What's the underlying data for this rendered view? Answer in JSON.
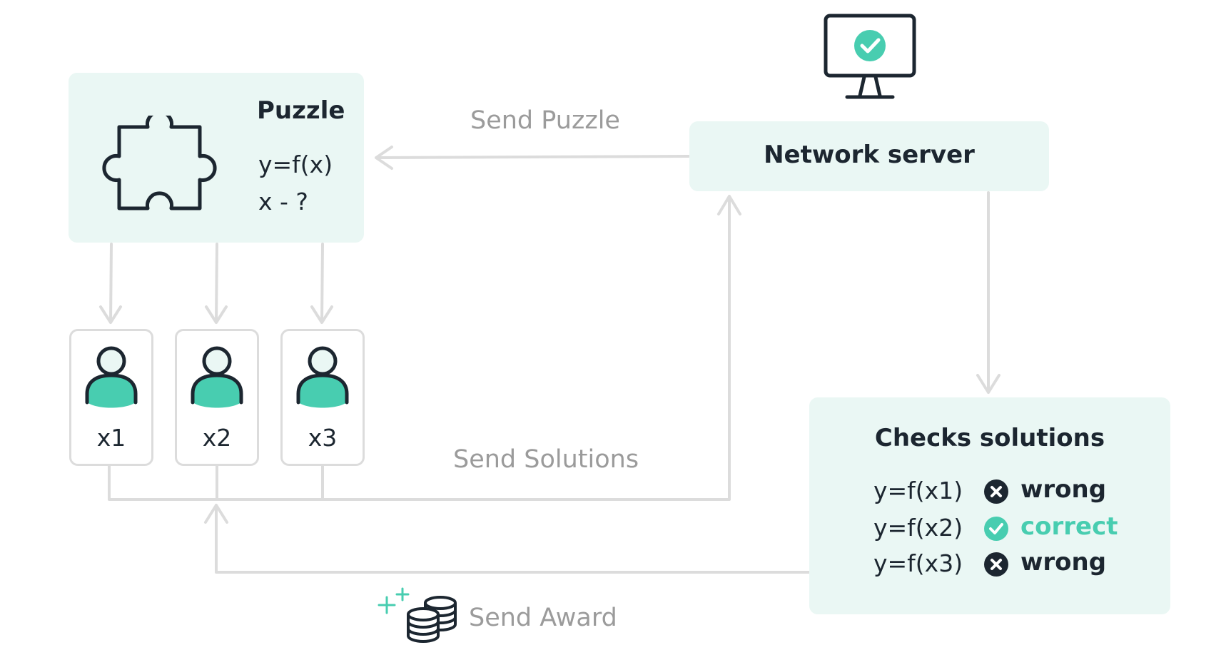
{
  "colors": {
    "accent": "#48cdb0",
    "dark": "#1c2630",
    "box_fill": "#eaf7f4",
    "arrow": "#dcdcdc",
    "label_gray": "#9b9b9b"
  },
  "puzzle": {
    "title": "Puzzle",
    "equation": "y=f(x)",
    "question": "x - ?",
    "icon": "puzzle-piece-icon"
  },
  "server": {
    "label": "Network server",
    "icon": "monitor-check-icon"
  },
  "participants": [
    {
      "label": "x1",
      "icon": "user-icon"
    },
    {
      "label": "x2",
      "icon": "user-icon"
    },
    {
      "label": "x3",
      "icon": "user-icon"
    }
  ],
  "checks": {
    "title": "Checks solutions",
    "rows": [
      {
        "formula": "y=f(x1)",
        "status": "wrong",
        "icon": "cross-icon"
      },
      {
        "formula": "y=f(x2)",
        "status": "correct",
        "icon": "check-icon"
      },
      {
        "formula": "y=f(x3)",
        "status": "wrong",
        "icon": "cross-icon"
      }
    ]
  },
  "edges": {
    "send_puzzle": "Send Puzzle",
    "send_solutions": "Send Solutions",
    "send_award": "Send Award"
  },
  "award_icon": "coins-sparkle-icon"
}
